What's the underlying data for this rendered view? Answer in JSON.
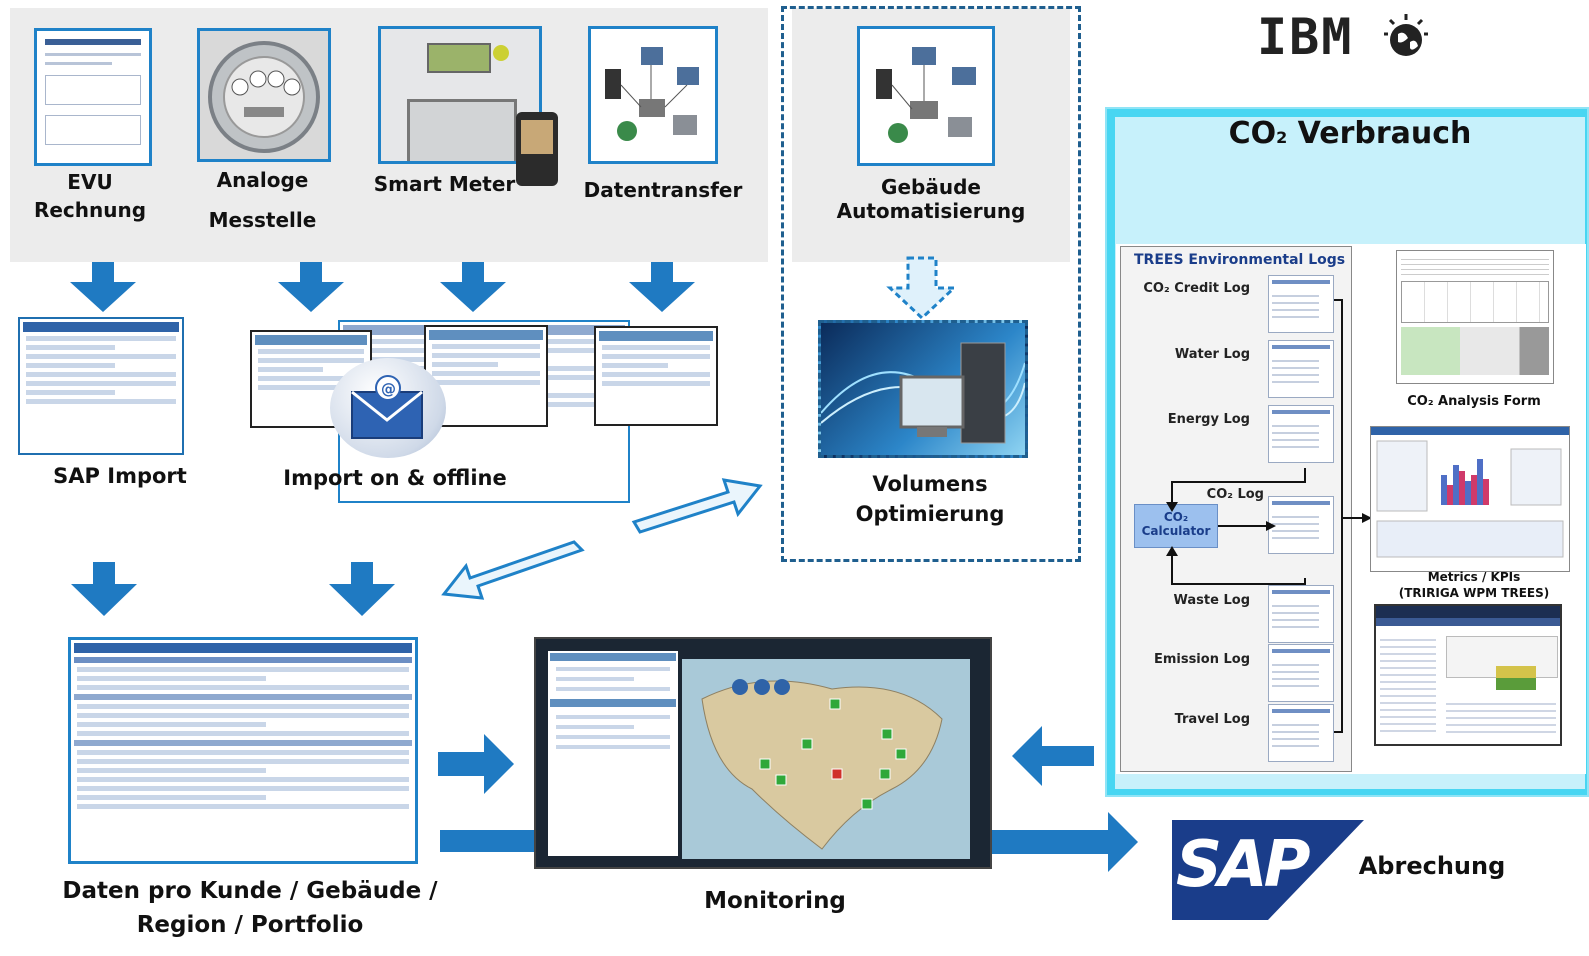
{
  "logo": {
    "text": "IBM"
  },
  "sources": {
    "evu": {
      "line1": "EVU",
      "line2": "Rechnung"
    },
    "analog": {
      "line1": "Analoge",
      "line2": "Messtelle"
    },
    "smart": {
      "label": "Smart Meter"
    },
    "transfer": {
      "label": "Datentransfer"
    },
    "building": {
      "line1": "Gebäude",
      "line2": "Automatisierung"
    }
  },
  "imports": {
    "sap": "SAP Import",
    "online": "Import on & offline"
  },
  "volume": {
    "line1": "Volumens",
    "line2": "Optimierung"
  },
  "data_per": {
    "line1": "Daten pro Kunde / Gebäude /",
    "line2": "Region / Portfolio"
  },
  "monitoring": {
    "label": "Monitoring"
  },
  "billing": {
    "label": "Abrechung",
    "sap_logo": "SAP"
  },
  "co2": {
    "title_prefix": "CO",
    "title_sub": "2",
    "title_suffix": " Verbrauch",
    "trees_title": "TREES Environmental  Logs",
    "logs": [
      {
        "label": "CO₂ Credit Log"
      },
      {
        "label": "Water Log"
      },
      {
        "label": "Energy Log"
      },
      {
        "label": "CO₂ Log"
      },
      {
        "label": "Waste Log"
      },
      {
        "label": "Emission Log"
      },
      {
        "label": "Travel Log"
      }
    ],
    "calculator": {
      "line1": "CO₂",
      "line2": "Calculator"
    },
    "analysis_form": "CO₂ Analysis Form",
    "metrics": {
      "line1": "Metrics / KPIs",
      "line2": "(TRIRIGA WPM TREES)"
    }
  },
  "colors": {
    "arrow_blue": "#1f7ac2",
    "panel_cyan": "#3fd4f2",
    "grey_band": "#ececec",
    "sap_navy": "#1a3d8a"
  }
}
